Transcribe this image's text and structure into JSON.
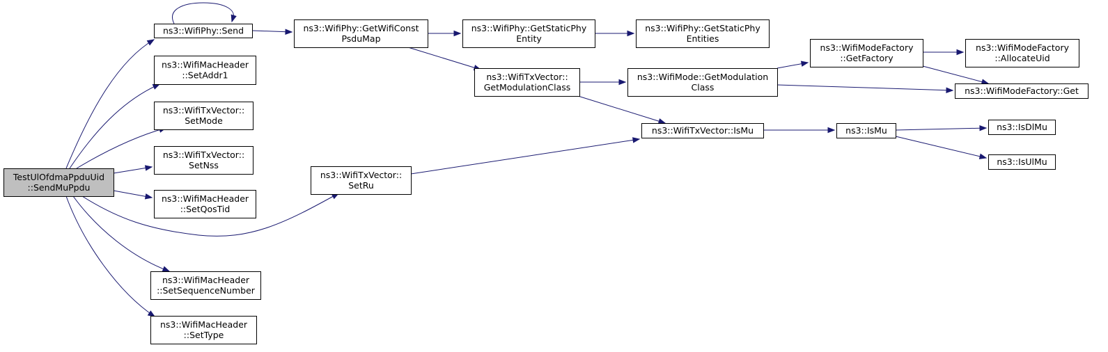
{
  "graph": {
    "type": "call-graph",
    "colors": {
      "edge": "#191970",
      "root_fill": "#bfbfbf",
      "node_fill": "#ffffff",
      "node_border": "#000000"
    },
    "nodes": [
      {
        "id": "root",
        "lines": [
          "TestUlOfdmaPpduUid",
          "::SendMuPpdu"
        ],
        "highlighted": true
      },
      {
        "id": "phy_send",
        "lines": [
          "ns3::WifiPhy::Send"
        ]
      },
      {
        "id": "mac_setaddr1",
        "lines": [
          "ns3::WifiMacHeader",
          "::SetAddr1"
        ]
      },
      {
        "id": "tx_setmode",
        "lines": [
          "ns3::WifiTxVector::",
          "SetMode"
        ]
      },
      {
        "id": "tx_setnss",
        "lines": [
          "ns3::WifiTxVector::",
          "SetNss"
        ]
      },
      {
        "id": "mac_setqostid",
        "lines": [
          "ns3::WifiMacHeader",
          "::SetQosTid"
        ]
      },
      {
        "id": "mac_setseq",
        "lines": [
          "ns3::WifiMacHeader",
          "::SetSequenceNumber"
        ]
      },
      {
        "id": "mac_settype",
        "lines": [
          "ns3::WifiMacHeader",
          "::SetType"
        ]
      },
      {
        "id": "tx_setru",
        "lines": [
          "ns3::WifiTxVector::",
          "SetRu"
        ]
      },
      {
        "id": "phy_getconst",
        "lines": [
          "ns3::WifiPhy::GetWifiConst",
          "PsduMap"
        ]
      },
      {
        "id": "phy_getstaticentity",
        "lines": [
          "ns3::WifiPhy::GetStaticPhy",
          "Entity"
        ]
      },
      {
        "id": "phy_getstaticentities",
        "lines": [
          "ns3::WifiPhy::GetStaticPhy",
          "Entities"
        ]
      },
      {
        "id": "tx_getmodclass",
        "lines": [
          "ns3::WifiTxVector::",
          "GetModulationClass"
        ]
      },
      {
        "id": "mode_getmodclass",
        "lines": [
          "ns3::WifiMode::GetModulation",
          "Class"
        ]
      },
      {
        "id": "tx_ismu",
        "lines": [
          "ns3::WifiTxVector::IsMu"
        ]
      },
      {
        "id": "factory_getfactory",
        "lines": [
          "ns3::WifiModeFactory",
          "::GetFactory"
        ]
      },
      {
        "id": "factory_alloc",
        "lines": [
          "ns3::WifiModeFactory",
          "::AllocateUid"
        ]
      },
      {
        "id": "factory_get",
        "lines": [
          "ns3::WifiModeFactory::Get"
        ]
      },
      {
        "id": "ismu",
        "lines": [
          "ns3::IsMu"
        ]
      },
      {
        "id": "isdlmu",
        "lines": [
          "ns3::IsDlMu"
        ]
      },
      {
        "id": "isulmu",
        "lines": [
          "ns3::IsUlMu"
        ]
      }
    ],
    "edges": [
      {
        "from": "root",
        "to": "phy_send"
      },
      {
        "from": "root",
        "to": "mac_setaddr1"
      },
      {
        "from": "root",
        "to": "tx_setmode"
      },
      {
        "from": "root",
        "to": "tx_setnss"
      },
      {
        "from": "root",
        "to": "mac_setqostid"
      },
      {
        "from": "root",
        "to": "tx_setru"
      },
      {
        "from": "root",
        "to": "mac_setseq"
      },
      {
        "from": "root",
        "to": "mac_settype"
      },
      {
        "from": "phy_send",
        "to": "phy_send"
      },
      {
        "from": "phy_send",
        "to": "phy_getconst"
      },
      {
        "from": "phy_getconst",
        "to": "phy_getstaticentity"
      },
      {
        "from": "phy_getconst",
        "to": "tx_getmodclass"
      },
      {
        "from": "phy_getstaticentity",
        "to": "phy_getstaticentities"
      },
      {
        "from": "tx_getmodclass",
        "to": "mode_getmodclass"
      },
      {
        "from": "tx_getmodclass",
        "to": "tx_ismu"
      },
      {
        "from": "mode_getmodclass",
        "to": "factory_getfactory"
      },
      {
        "from": "mode_getmodclass",
        "to": "factory_get"
      },
      {
        "from": "factory_getfactory",
        "to": "factory_alloc"
      },
      {
        "from": "factory_getfactory",
        "to": "factory_get"
      },
      {
        "from": "tx_setru",
        "to": "tx_ismu"
      },
      {
        "from": "tx_ismu",
        "to": "ismu"
      },
      {
        "from": "ismu",
        "to": "isdlmu"
      },
      {
        "from": "ismu",
        "to": "isulmu"
      }
    ]
  }
}
